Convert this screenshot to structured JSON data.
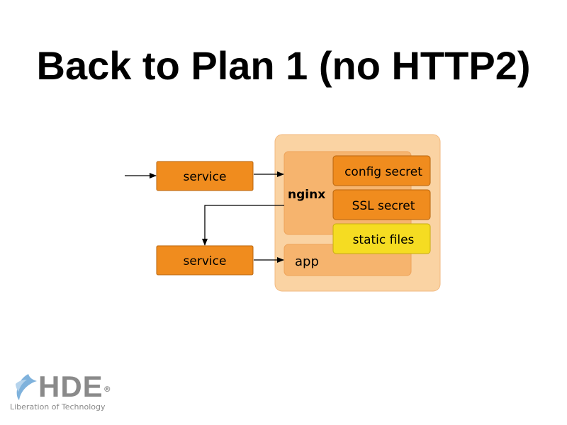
{
  "slide": {
    "title": "Back to Plan 1 (no HTTP2)"
  },
  "diagram": {
    "services": [
      {
        "label": "service"
      },
      {
        "label": "service"
      }
    ],
    "pod": {
      "nginx_label": "nginx",
      "app_label": "app",
      "mounts": [
        {
          "label": "config secret"
        },
        {
          "label": "SSL secret"
        },
        {
          "label": "static files"
        }
      ]
    },
    "colors": {
      "pod": "#fad3a3",
      "container": "#f6b46e",
      "service": "#f08c1e",
      "secret": "#f08c1e",
      "static_files": "#f5dc22",
      "arrow": "#000000"
    }
  },
  "logo": {
    "wordmark": "HDE",
    "registered": "®",
    "tagline": "Liberation of Technology"
  }
}
